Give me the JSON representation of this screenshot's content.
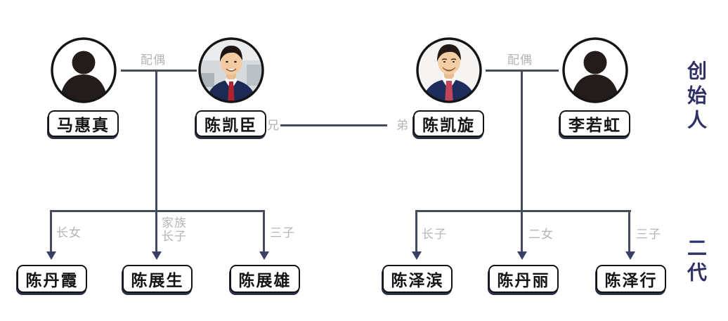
{
  "diagram": {
    "title_semantic": "family-tree",
    "generation_labels": {
      "founders": "创始人",
      "second_gen": "二代"
    },
    "relationship_labels": {
      "spouse_left": "配偶",
      "spouse_right": "配偶",
      "elder_brother": "兄",
      "younger_brother": "弟"
    },
    "founders": [
      {
        "name": "马惠真",
        "avatar": "silhouette-person-icon"
      },
      {
        "name": "陈凯臣",
        "avatar": "photo-portrait-man-red-tie"
      },
      {
        "name": "陈凯旋",
        "avatar": "photo-portrait-man-smiling"
      },
      {
        "name": "李若虹",
        "avatar": "silhouette-person-icon"
      }
    ],
    "families": [
      {
        "parents": [
          "马惠真",
          "陈凯臣"
        ],
        "children": [
          {
            "name": "陈丹霞",
            "relation": "长女",
            "relation_display": "长女"
          },
          {
            "name": "陈展生",
            "relation": "家族长子",
            "relation_display": "家族\n长子"
          },
          {
            "name": "陈展雄",
            "relation": "三子",
            "relation_display": "三子"
          }
        ]
      },
      {
        "parents": [
          "陈凯旋",
          "李若虹"
        ],
        "children": [
          {
            "name": "陈泽滨",
            "relation": "长子",
            "relation_display": "长子"
          },
          {
            "name": "陈丹丽",
            "relation": "二女",
            "relation_display": "二女"
          },
          {
            "name": "陈泽行",
            "relation": "三子",
            "relation_display": "三子"
          }
        ]
      }
    ],
    "colors": {
      "line": "#434b5c",
      "arrow": "#3a4066",
      "label_gray": "#b4b4b4",
      "generation_navy": "#2f3166",
      "box_border": "#141414",
      "box_shadow": "#2b3046",
      "tie_red": "#b2222e",
      "suit_navy": "#1d2a55",
      "background": "#ffffff"
    }
  }
}
